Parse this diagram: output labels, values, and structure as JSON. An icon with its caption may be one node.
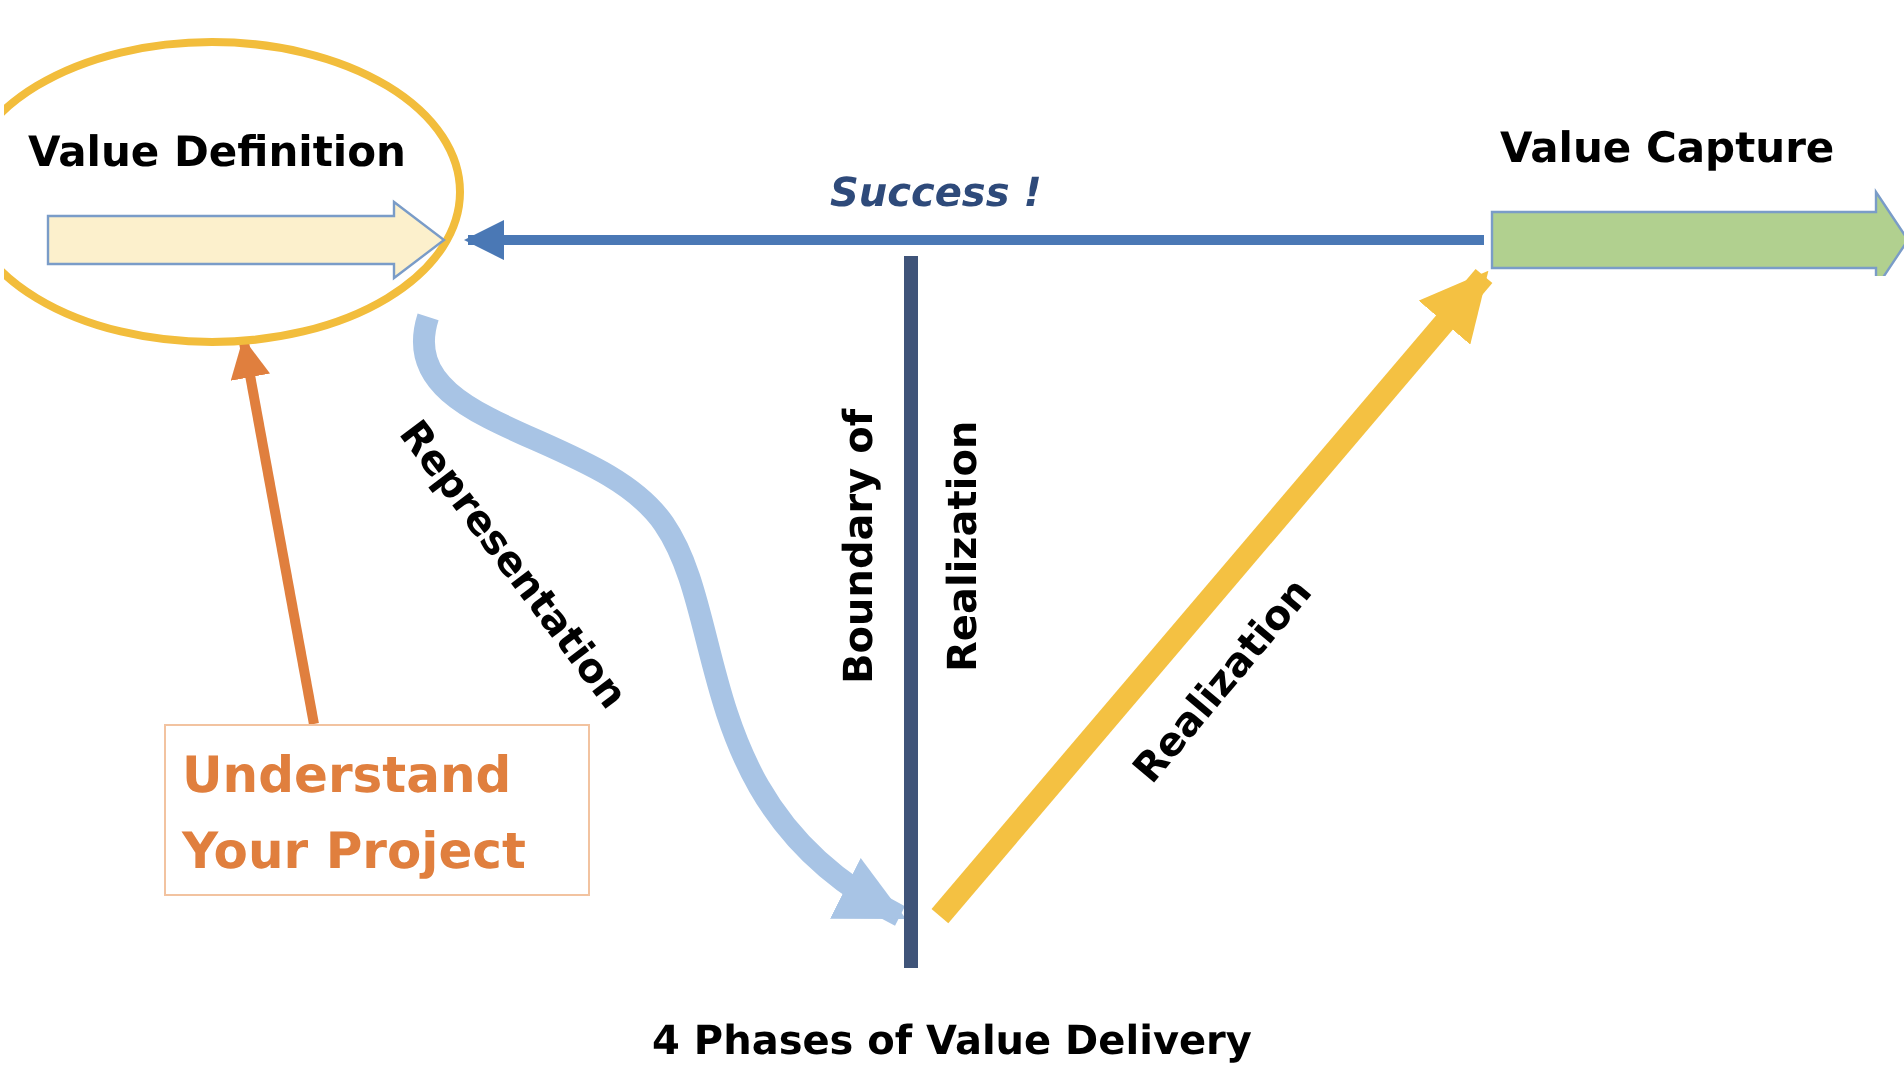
{
  "diagram": {
    "caption": "4 Phases of Value Delivery",
    "nodes": [
      {
        "text": [
          "Value Definition"
        ]
      },
      {
        "text": [
          "Understand Your Project"
        ]
      },
      {
        "text": [
          "Boundary of Realization"
        ]
      },
      {
        "text": [
          "Value Capture"
        ]
      }
    ],
    "edges": [
      {
        "from": 3,
        "to": 0,
        "arrow": "to",
        "label": "Success !",
        "color": "#4a78b5"
      },
      {
        "from": 1,
        "to": 0,
        "arrow": "to",
        "color": "#e07f3e"
      },
      {
        "from": 0,
        "to": 2,
        "arrow": "to",
        "label": "Representation",
        "style": "thick",
        "color": "#a8c4e5"
      },
      {
        "from": 2,
        "to": 3,
        "arrow": "to",
        "label": "Realization",
        "style": "thick",
        "color": "#f4c142"
      }
    ]
  }
}
